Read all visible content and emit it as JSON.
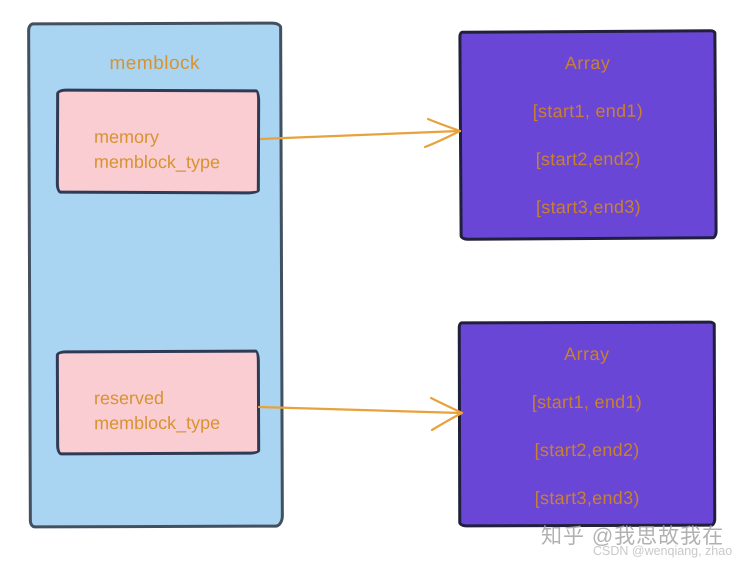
{
  "colors": {
    "canvas_bg": "#ffffff",
    "memblock_fill": "#a9d4f2",
    "memblock_border": "#42505f",
    "inner_fill": "#f9cdd2",
    "inner_border": "#2f3a55",
    "array_fill": "#6a46d6",
    "array_border": "#20203c",
    "label_orange": "#d8922f",
    "array_text_orange": "#c8812f",
    "arrow_orange": "#e8a23b",
    "watermark_gray": "#a4a4a4",
    "watermark_light": "#c9c9c9"
  },
  "memblock": {
    "title": "memblock",
    "types": [
      {
        "line1": "memory",
        "line2": "memblock_type"
      },
      {
        "line1": "reserved",
        "line2": "memblock_type"
      }
    ]
  },
  "arrays": [
    {
      "title": "Array",
      "items": [
        "[start1, end1)",
        "[start2,end2)",
        "[start3,end3)"
      ]
    },
    {
      "title": "Array",
      "items": [
        "[start1, end1)",
        "[start2,end2)",
        "[start3,end3)"
      ]
    }
  ],
  "watermark": {
    "zhihu": "知乎 @我思故我在",
    "csdn": "CSDN @wenqiang, zhao"
  }
}
